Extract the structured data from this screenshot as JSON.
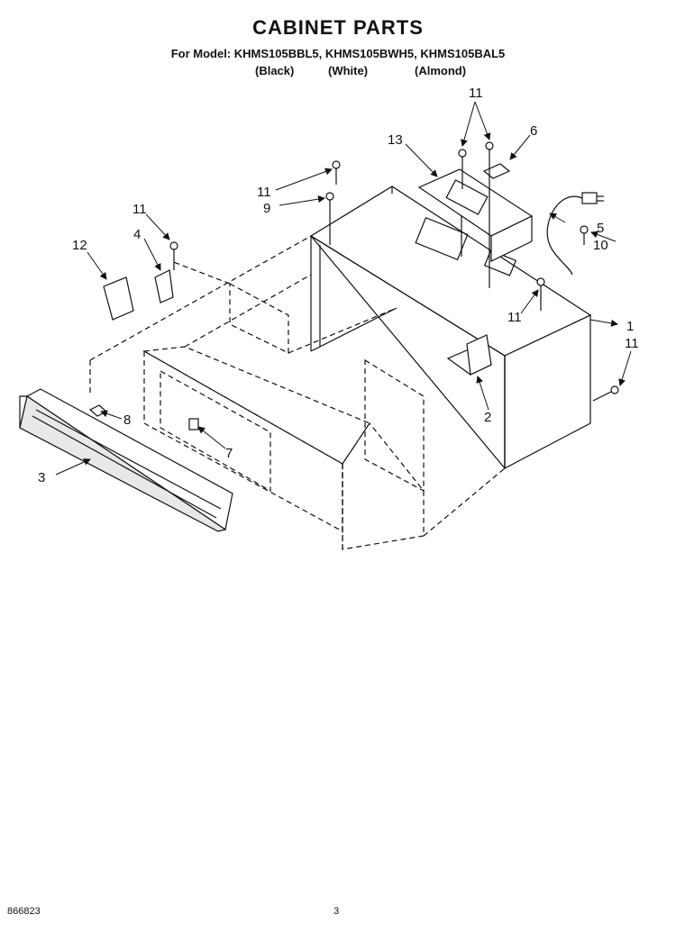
{
  "title": "CABINET PARTS",
  "models_line": "For Model: KHMS105BBL5, KHMS105BWH5, KHMS105BAL5",
  "colors": [
    "(Black)",
    "(White)",
    "(Almond)"
  ],
  "footer": {
    "code": "866823",
    "page": "3"
  },
  "callouts": {
    "c1": "1",
    "c2": "2",
    "c3": "3",
    "c4": "4",
    "c5": "5",
    "c6": "6",
    "c7": "7",
    "c8": "8",
    "c9": "9",
    "c10": "10",
    "c11a": "11",
    "c11b": "11",
    "c11c": "11",
    "c11d": "11",
    "c11e": "11",
    "c12": "12",
    "c13": "13"
  }
}
